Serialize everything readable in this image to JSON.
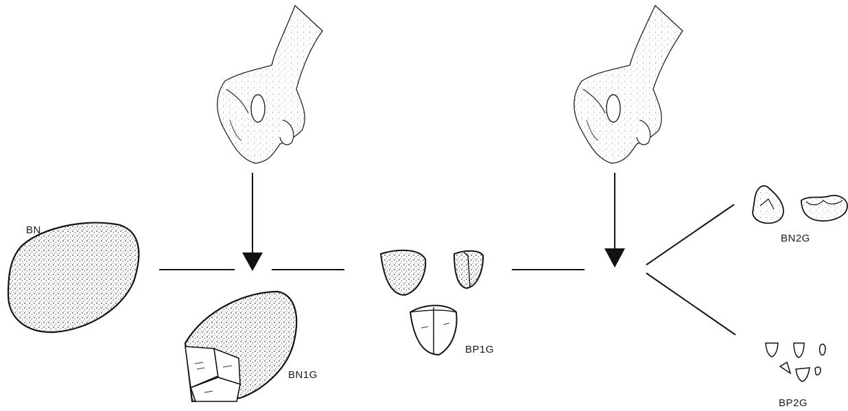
{
  "labels": {
    "bn": "BN",
    "bn1g": "BN1G",
    "bp1g": "BP1G",
    "bn2g": "BN2G",
    "bp2g": "BP2G"
  }
}
